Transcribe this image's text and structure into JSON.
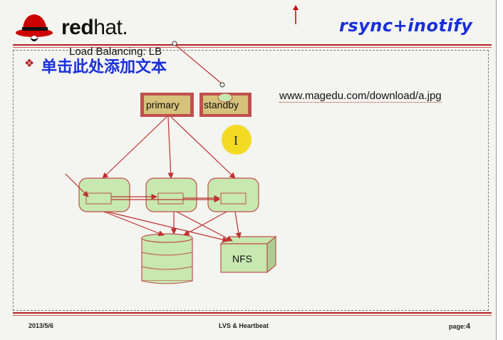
{
  "slide": {
    "logo_word_bold": "red",
    "logo_word_light": "hat.",
    "deck_title": "rsync+inotify",
    "lb_label": "Load Balancing: LB",
    "heading": "单击此处添加文本",
    "url_text": "www.magedu.com/download/a.jpg",
    "bullet_glyph": "❖",
    "cursor_glyph": "I",
    "diagram": {
      "primary_label": "primary",
      "standby_label": "standby",
      "nfs_label": "NFS"
    },
    "footer": {
      "date": "2013/5/6",
      "center": "LVS & Heartbeat",
      "page_prefix": "page:",
      "page_number": "4"
    }
  },
  "colors": {
    "accent_red": "#b22222",
    "title_blue": "#1a2fd8",
    "node_fill": "#c7e8b0",
    "node_border": "#c0504d",
    "header_box_fill": "#d6c27a",
    "cursor_highlight": "#f2d600"
  },
  "icons": [
    "redhat-shadowman-logo-icon",
    "bullet-diamond-icon",
    "text-cursor-icon",
    "arrow-up-icon"
  ]
}
